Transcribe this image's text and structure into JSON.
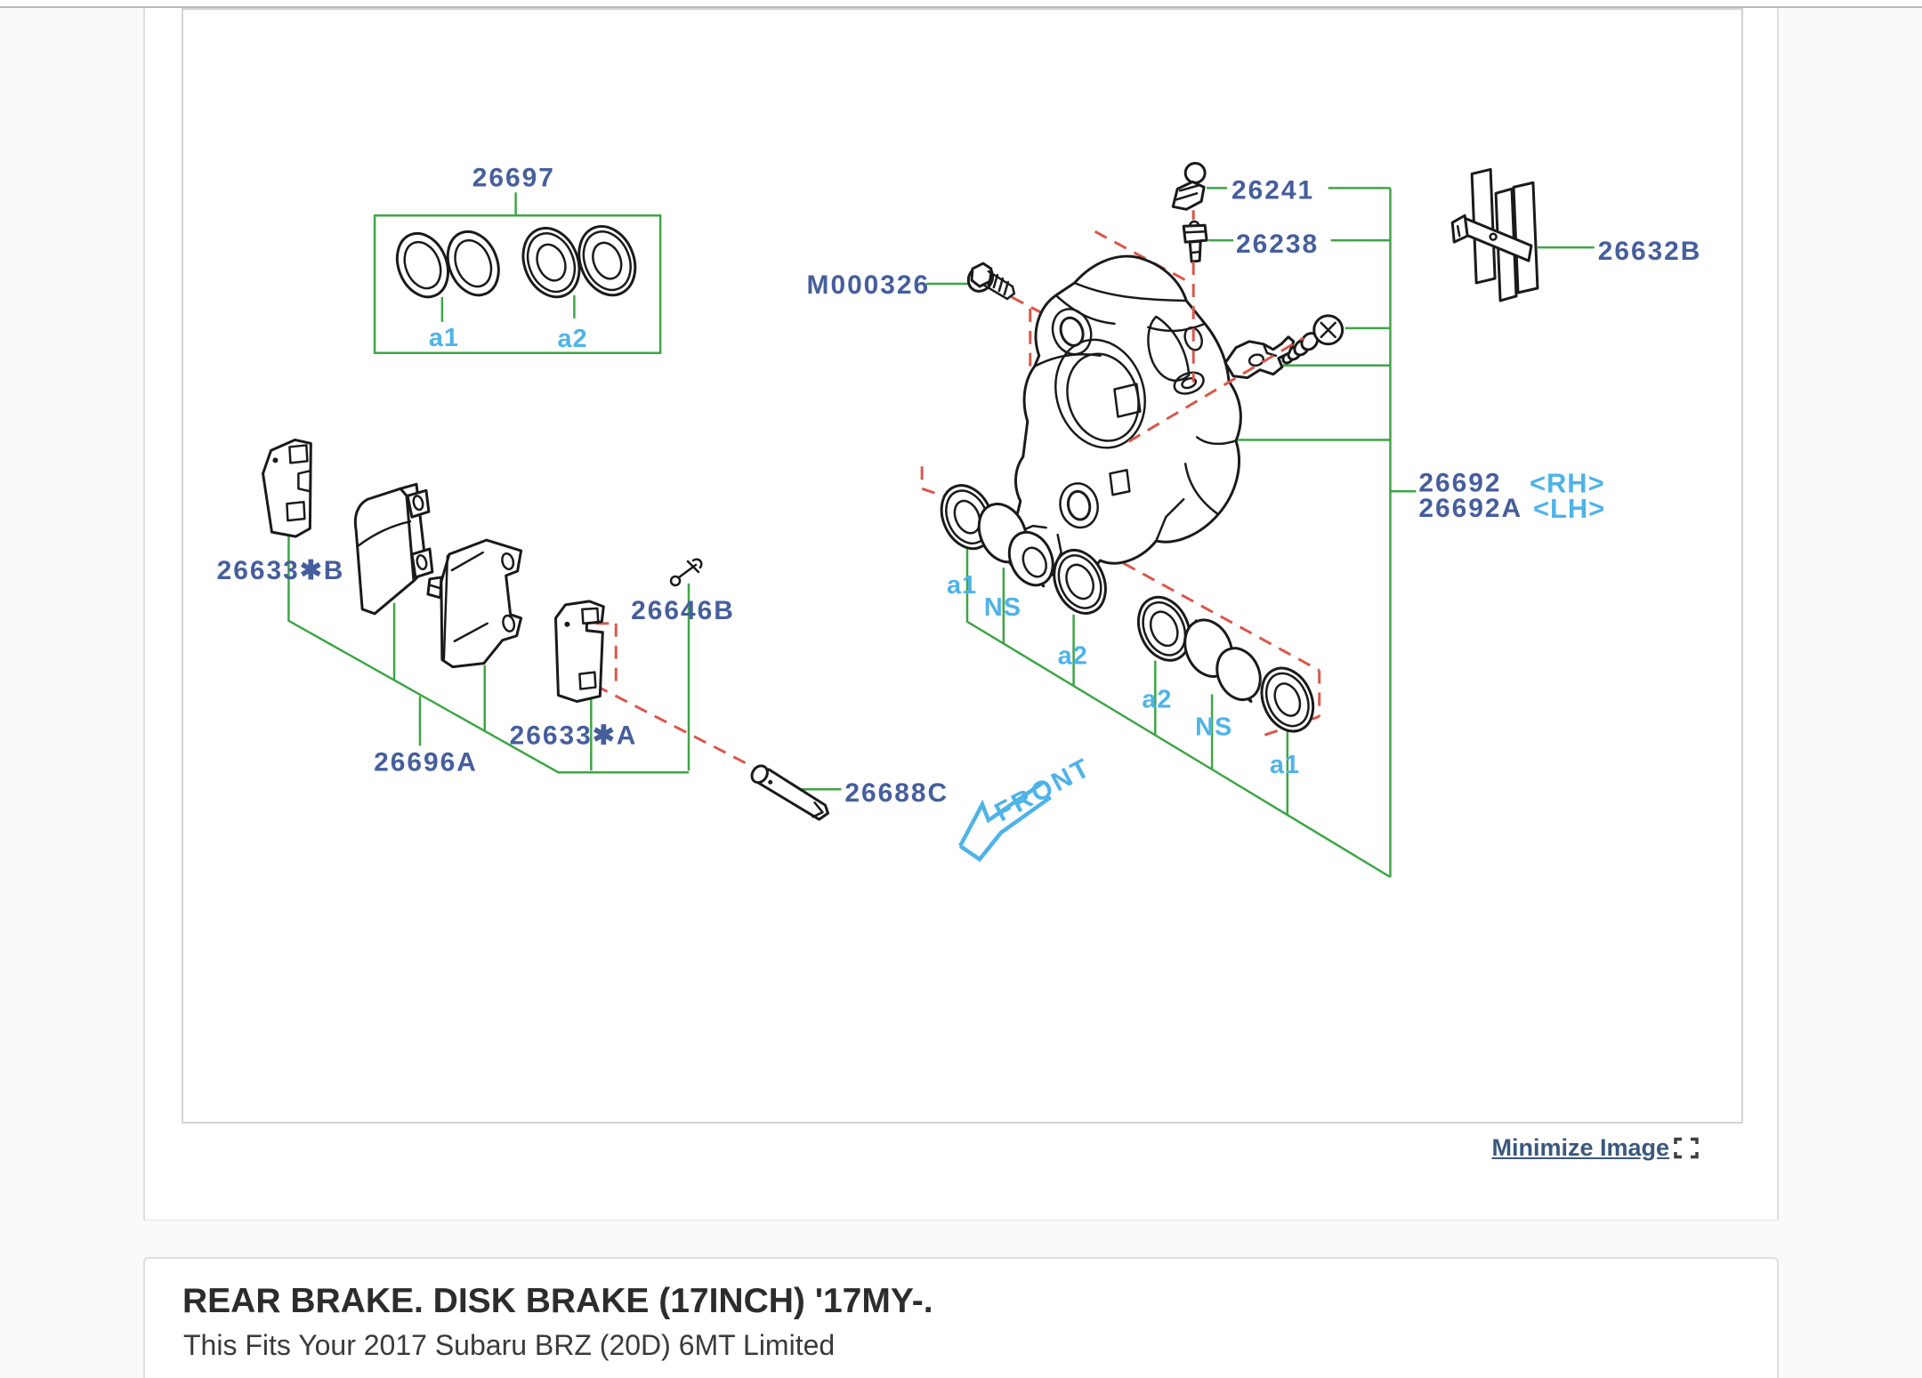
{
  "colors": {
    "leader_green": "#3FA546",
    "axis_dashed_red": "#D9574B",
    "part_label_blue": "#455E9C",
    "marker_blue": "#4FB3E8",
    "link_blue": "#3A587C",
    "line_art": "#1a1a1a"
  },
  "diagram": {
    "labels": {
      "seal_kit": "26697",
      "bleeder_cap": "26241",
      "bleeder_screw": "26238",
      "lock_bolt": "M000326",
      "shim_plate": "26632B",
      "caliper_rh": "26692",
      "caliper_rh_hand": "<RH>",
      "caliper_lh": "26692A",
      "caliper_lh_hand": "<LH>",
      "pad_shim_b": "26633✱B",
      "pad_clip": "26646B",
      "pad_shim_a": "26633✱A",
      "pad_kit": "26696A",
      "pad_pin": "26688C",
      "marker_a1": "a1",
      "marker_a2": "a2",
      "marker_ns": "NS",
      "front": "FRONT"
    }
  },
  "viewer": {
    "minimize_label": "Minimize Image"
  },
  "footer": {
    "title": "REAR BRAKE. DISK BRAKE (17INCH) '17MY-.",
    "fitment": "This Fits Your 2017 Subaru BRZ (20D) 6MT Limited"
  }
}
